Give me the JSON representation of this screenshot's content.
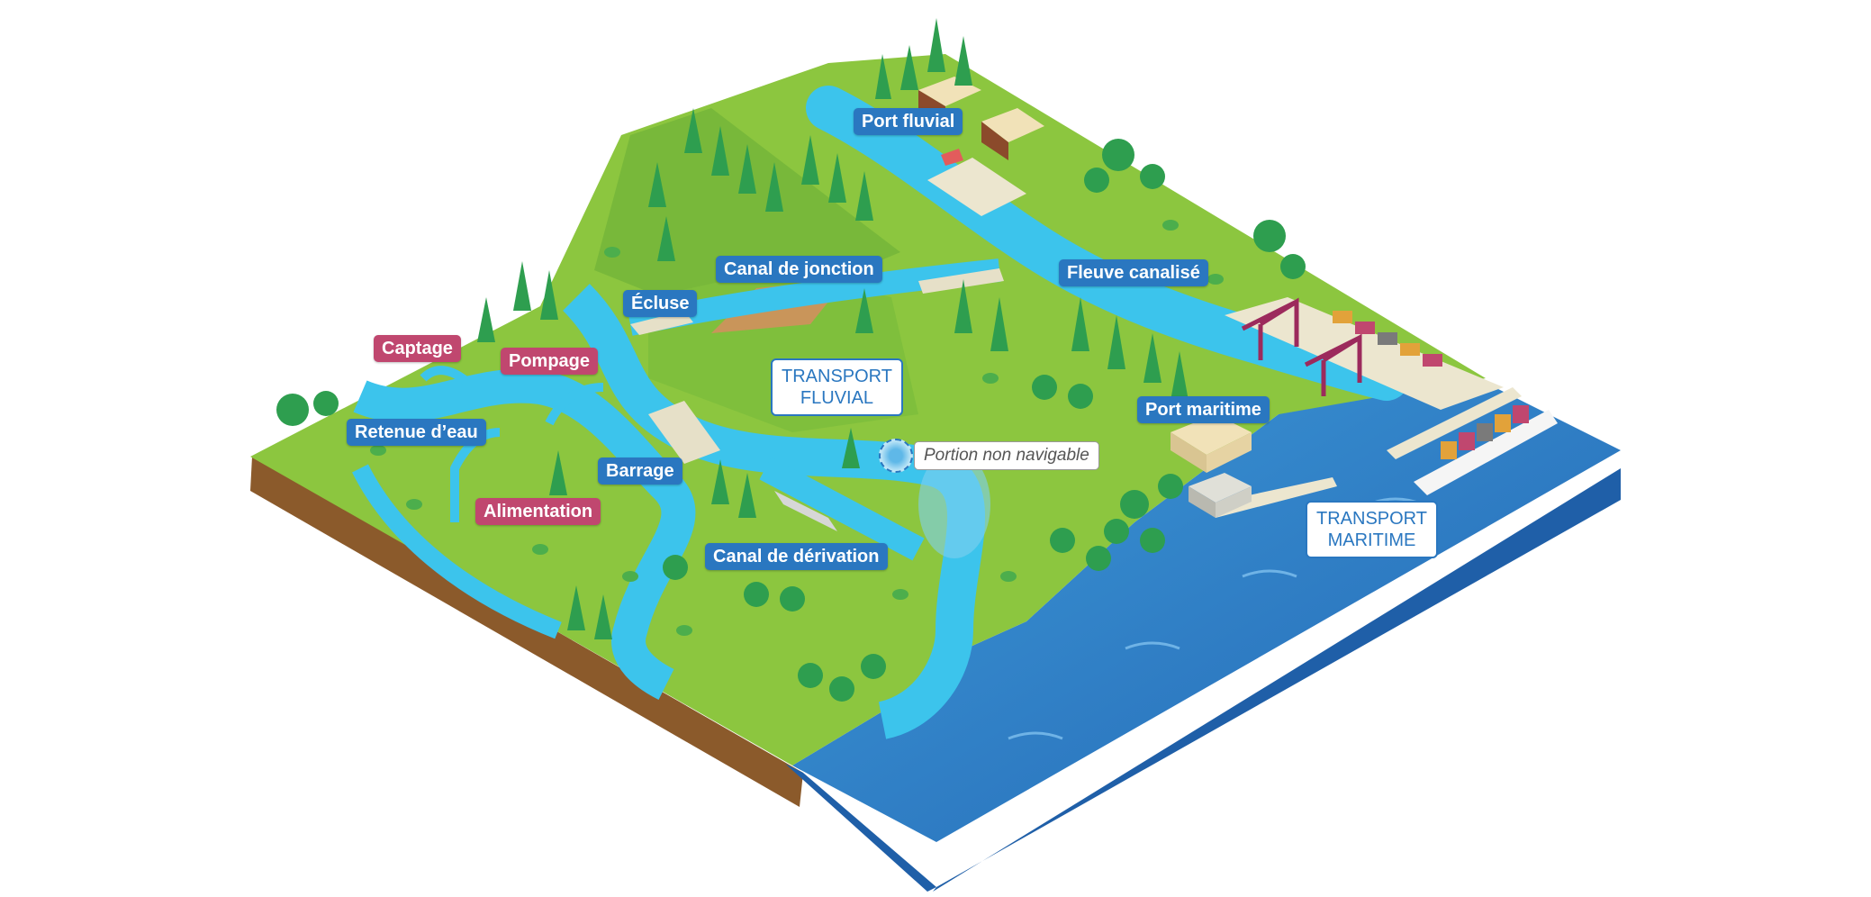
{
  "labels": {
    "port_fluvial": "Port fluvial",
    "canal_jonction": "Canal de jonction",
    "fleuve_canalise": "Fleuve canalisé",
    "ecluse": "Écluse",
    "captage": "Captage",
    "pompage": "Pompage",
    "retenue": "Retenue d’eau",
    "barrage": "Barrage",
    "alimentation": "Alimentation",
    "canal_derivation": "Canal de dérivation",
    "port_maritime": "Port maritime",
    "portion_non_navigable": "Portion non navigable"
  },
  "sections": {
    "fluvial_line1": "TRANSPORT",
    "fluvial_line2": "FLUVIAL",
    "maritime_line1": "TRANSPORT",
    "maritime_line2": "MARITIME"
  },
  "colors": {
    "grass": "#8cc63f",
    "grass_dark": "#6aa832",
    "river": "#3cc4ec",
    "sea": "#2f7fc8",
    "soil": "#8b5a2b",
    "label_blue": "#2a77c0",
    "label_pink": "#c0476f",
    "tree": "#2e9e4f"
  }
}
